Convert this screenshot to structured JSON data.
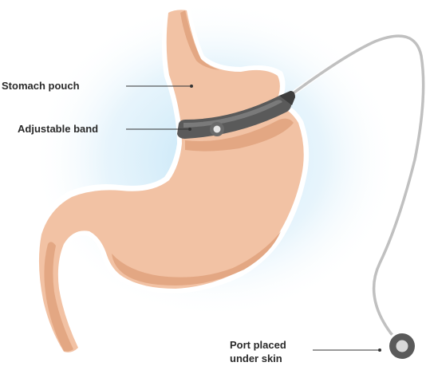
{
  "labels": {
    "stomach_pouch": "Stomach pouch",
    "adjustable_band": "Adjustable band",
    "port_line1": "Port placed",
    "port_line2": "under skin"
  },
  "colors": {
    "stomach_fill": "#f2c2a4",
    "stomach_shade": "#e3a783",
    "stomach_outline": "#ffffff",
    "glow": "#bfe3f6",
    "band": "#5a5a5a",
    "band_light": "#888888",
    "tube": "#c0c0c0",
    "port": "#5a5a5a",
    "leader_line": "#333333",
    "label_text": "#2a2a2a"
  }
}
